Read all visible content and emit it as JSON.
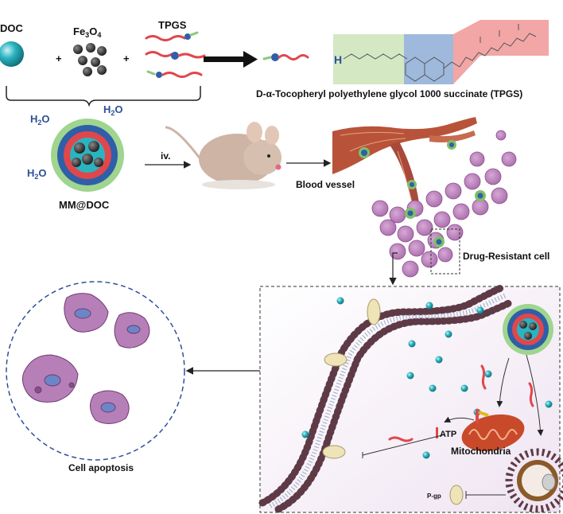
{
  "labels": {
    "doc": "DOC",
    "fe_base": "Fe",
    "fe_sub3": "3",
    "fe_o": "O",
    "fe_sub4": "4",
    "plus1": "+",
    "plus2": "+",
    "tpgs": "TPGS",
    "tpgs_full_name": "D-α-Tocopheryl polyethylene glycol 1000 succinate (TPGS)",
    "h_atom": "H",
    "h2o_base": "H",
    "h2o_sub": "2",
    "h2o_o": "O",
    "mm_doc": "MM@DOC",
    "iv": "iv.",
    "blood_vessel": "Blood vessel",
    "drug_resistant": "Drug-Resistant cell",
    "cell_apoptosis": "Cell apoptosis",
    "atp": "ATP",
    "mitochondria": "Mitochondria",
    "pgp": "P-gp"
  },
  "colors": {
    "doc_sphere": "#2bb3c0",
    "fe3o4": "#333333",
    "tpgs_red": "#e0474c",
    "tpgs_blue": "#2f5fa8",
    "tpgs_green": "#8cc87a",
    "peg_band": "#d4e8c4",
    "succinate_band": "#9fb9dc",
    "tocopherol_band": "#f2a6a6",
    "cell_purple": "#b77fb8",
    "vessel_red": "#b8533a",
    "membrane_brown": "#5e3a47",
    "h2o_blue": "#2d4f9a"
  }
}
